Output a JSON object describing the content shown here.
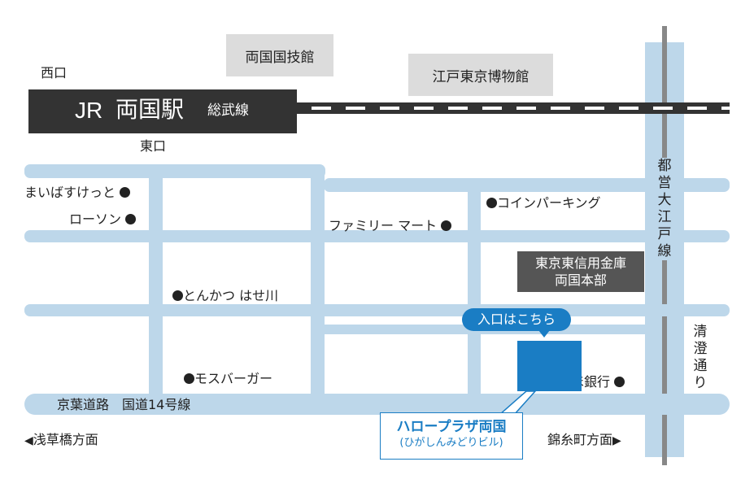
{
  "station": {
    "jr": "JR",
    "name": "両国駅",
    "line": "総武線"
  },
  "exits": {
    "west": "西口",
    "east": "東口"
  },
  "landmarks": {
    "kokugikan": "両国国技館",
    "museum": "江戸東京博物館"
  },
  "subway": {
    "chars": [
      "都",
      "営",
      "大",
      "江",
      "戸",
      "線"
    ]
  },
  "street": {
    "chars": [
      "清",
      "澄",
      "通",
      "り"
    ]
  },
  "shops": {
    "maibasu": "まいばすけっと",
    "lawson": "ローソン",
    "familymart": "ファミリー マート",
    "parking": "コインパーキング",
    "tonkatsu": "とんかつ はせ川",
    "mos": "モスバーガー",
    "mizuho": "みずほ銀行"
  },
  "bank": {
    "line1": "東京東信用金庫",
    "line2": "両国本部"
  },
  "entrance": {
    "label": "入口はこちら"
  },
  "destination": {
    "name": "ハロープラザ両国",
    "sub": "(ひがしんみどりビル)"
  },
  "road": {
    "main": "京葉道路　国道14号線"
  },
  "directions": {
    "asakusabashi": "浅草橋方面",
    "kinshicho": "錦糸町方面"
  },
  "colors": {
    "road": "#bdd7ea",
    "brand_blue": "#1a7dc4",
    "station_box": "#333333",
    "gray_box": "#dcdcdc",
    "bank_box": "#555555"
  }
}
